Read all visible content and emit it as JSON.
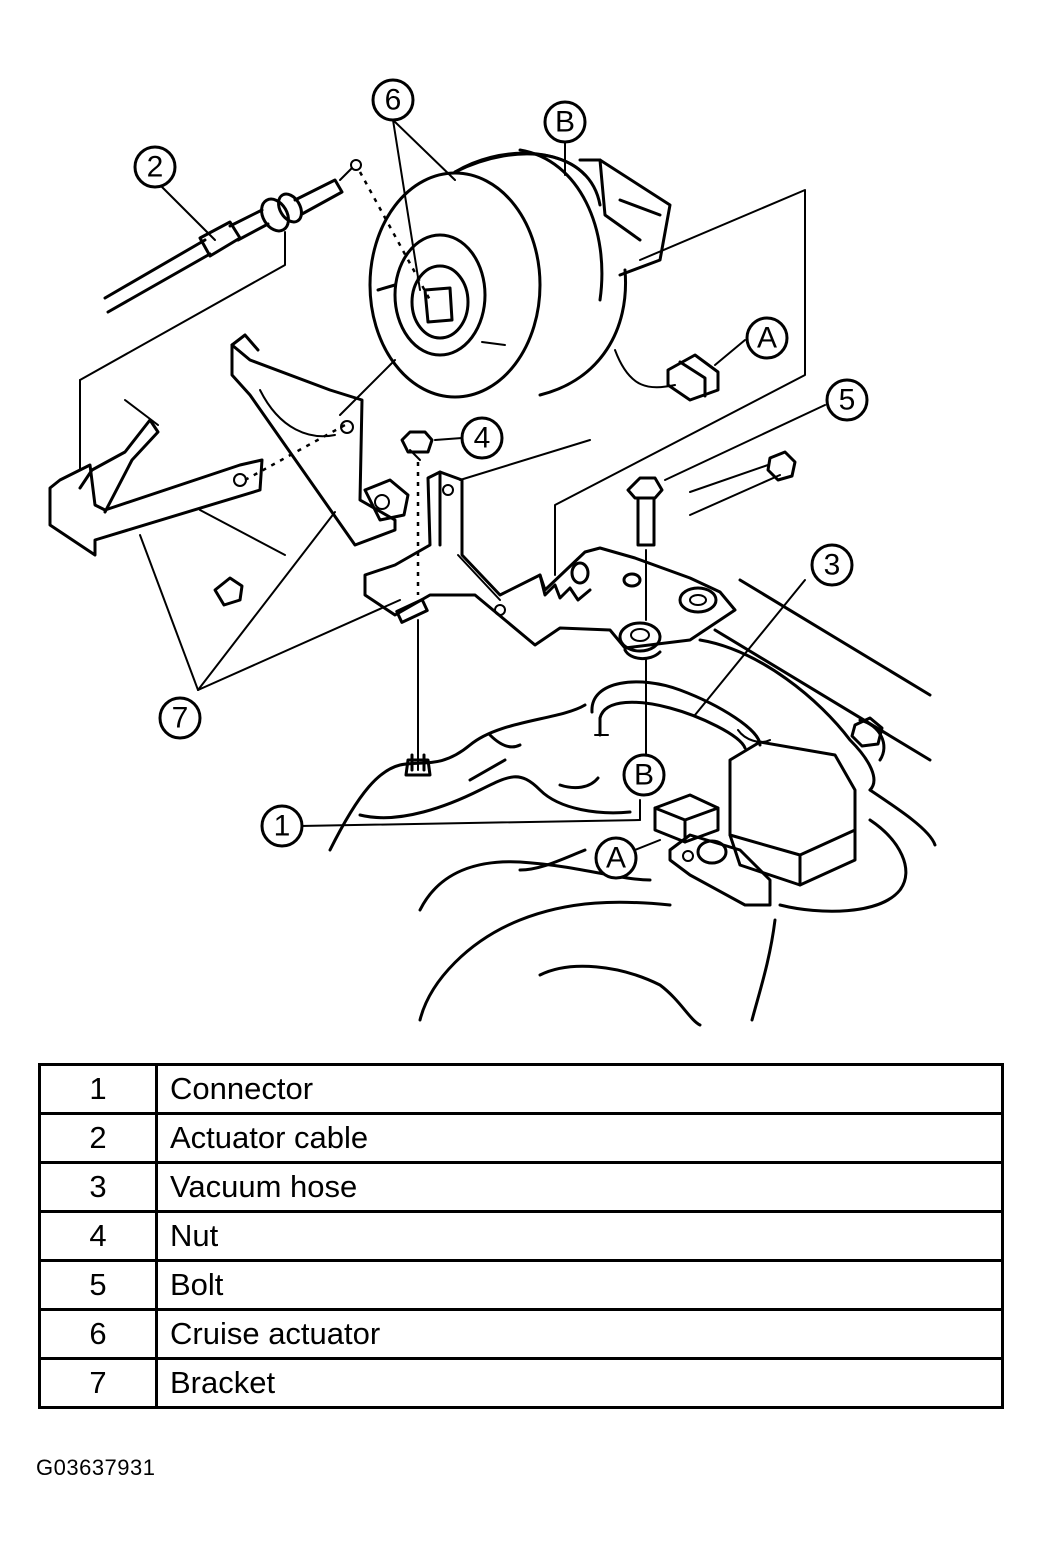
{
  "callouts": {
    "c1": "1",
    "c2": "2",
    "c3": "3",
    "c4": "4",
    "c5": "5",
    "c6": "6",
    "c7": "7",
    "a_top": "A",
    "a_bottom": "A",
    "b_top": "B",
    "b_bottom": "B"
  },
  "legend": [
    {
      "num": "1",
      "desc": "Connector"
    },
    {
      "num": "2",
      "desc": "Actuator cable"
    },
    {
      "num": "3",
      "desc": "Vacuum hose"
    },
    {
      "num": "4",
      "desc": "Nut"
    },
    {
      "num": "5",
      "desc": "Bolt"
    },
    {
      "num": "6",
      "desc": "Cruise actuator"
    },
    {
      "num": "7",
      "desc": "Bracket"
    }
  ],
  "figure_id": "G03637931"
}
